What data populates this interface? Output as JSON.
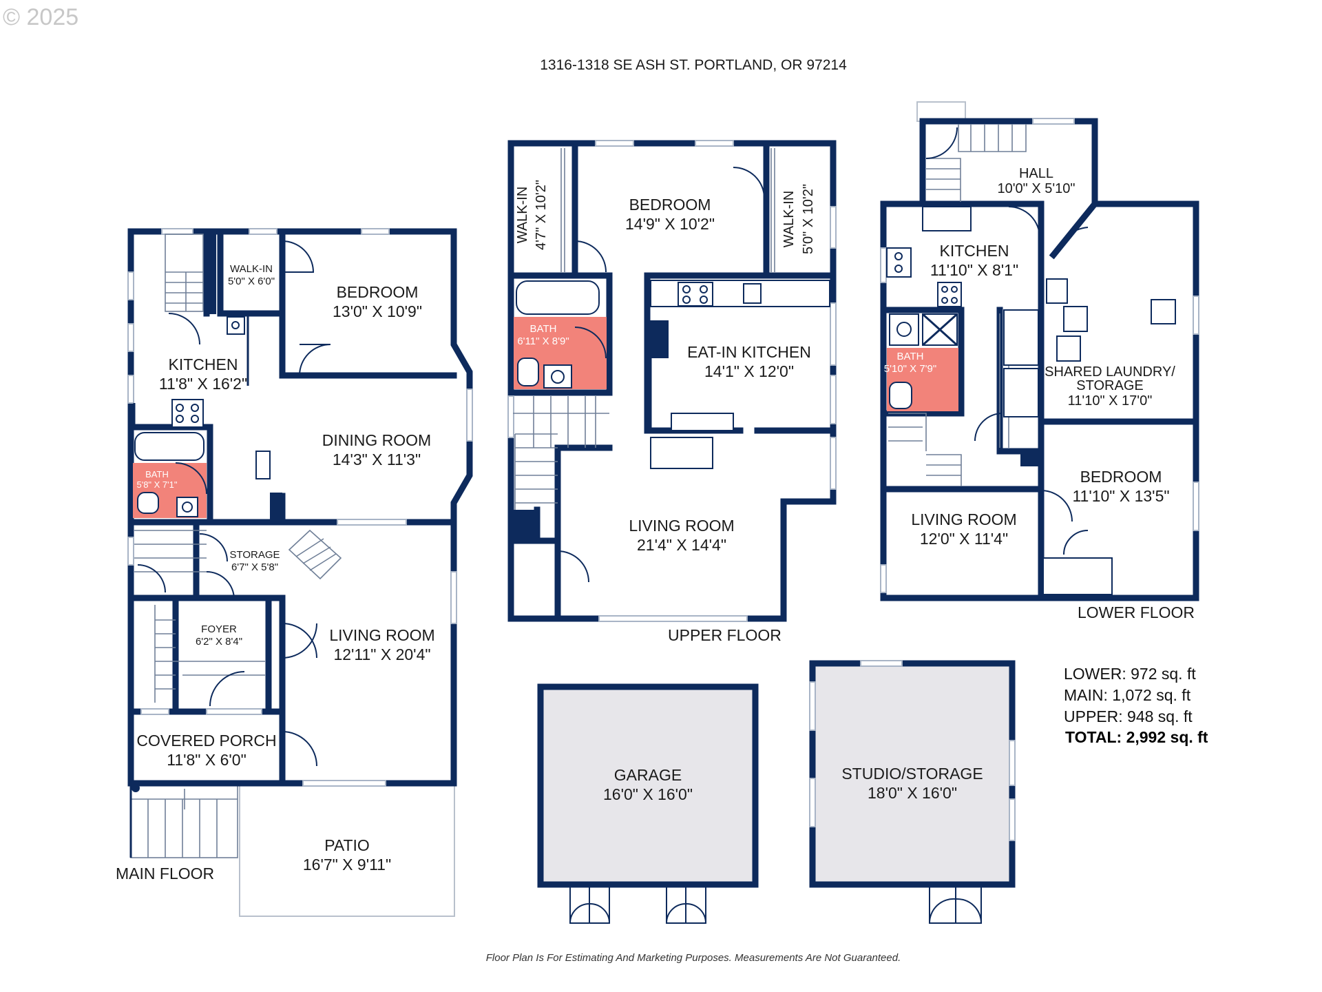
{
  "copyright": "© 2025",
  "address": "1316-1318 SE ASH ST. PORTLAND, OR 97214",
  "floors": {
    "main": {
      "label": "MAIN FLOOR",
      "rooms": {
        "walkin": {
          "name": "WALK-IN",
          "dims": "5'0\" X 6'0\""
        },
        "bedroom": {
          "name": "BEDROOM",
          "dims": "13'0\" X 10'9\""
        },
        "kitchen": {
          "name": "KITCHEN",
          "dims": "11'8\" X 16'2\""
        },
        "dining": {
          "name": "DINING ROOM",
          "dims": "14'3\" X 11'3\""
        },
        "bath": {
          "name": "BATH",
          "dims": "5'8\" X 7'1\""
        },
        "storage": {
          "name": "STORAGE",
          "dims": "6'7\" X 5'8\""
        },
        "foyer": {
          "name": "FOYER",
          "dims": "6'2\" X 8'4\""
        },
        "living": {
          "name": "LIVING ROOM",
          "dims": "12'11\" X 20'4\""
        },
        "porch": {
          "name": "COVERED PORCH",
          "dims": "11'8\" X 6'0\""
        },
        "patio": {
          "name": "PATIO",
          "dims": "16'7\" X 9'11\""
        }
      }
    },
    "upper": {
      "label": "UPPER FLOOR",
      "rooms": {
        "walkin1": {
          "name": "WALK-IN",
          "dims": "4'7\" X 10'2\""
        },
        "bedroom": {
          "name": "BEDROOM",
          "dims": "14'9\" X 10'2\""
        },
        "walkin2": {
          "name": "WALK-IN",
          "dims": "5'0\" X 10'2\""
        },
        "bath": {
          "name": "BATH",
          "dims": "6'11\" X 8'9\""
        },
        "kitchen": {
          "name": "EAT-IN KITCHEN",
          "dims": "14'1\" X 12'0\""
        },
        "living": {
          "name": "LIVING ROOM",
          "dims": "21'4\" X 14'4\""
        }
      }
    },
    "lower": {
      "label": "LOWER FLOOR",
      "rooms": {
        "hall": {
          "name": "HALL",
          "dims": "10'0\" X 5'10\""
        },
        "kitchen": {
          "name": "KITCHEN",
          "dims": "11'10\" X 8'1\""
        },
        "bath": {
          "name": "BATH",
          "dims": "5'10\" X 7'9\""
        },
        "laundry": {
          "name1": "SHARED LAUNDRY/",
          "name2": "STORAGE",
          "dims": "11'10\" X 17'0\""
        },
        "bedroom": {
          "name": "BEDROOM",
          "dims": "11'10\" X 13'5\""
        },
        "living": {
          "name": "LIVING ROOM",
          "dims": "12'0\" X 11'4\""
        }
      }
    },
    "outbuildings": {
      "garage": {
        "name": "GARAGE",
        "dims": "16'0\" X 16'0\""
      },
      "studio": {
        "name": "STUDIO/STORAGE",
        "dims": "18'0\" X 16'0\""
      }
    }
  },
  "areas": {
    "lower": "LOWER: 972 sq. ft",
    "main": "MAIN: 1,072 sq. ft",
    "upper": "UPPER: 948 sq. ft",
    "total": "TOTAL: 2,992 sq. ft"
  },
  "disclaimer": "Floor Plan Is For Estimating And Marketing Purposes. Measurements Are Not Guaranteed.",
  "colors": {
    "wall": "#0d2a5c",
    "bath": "#f2837a",
    "outbuilding": "#e7e6ea"
  }
}
